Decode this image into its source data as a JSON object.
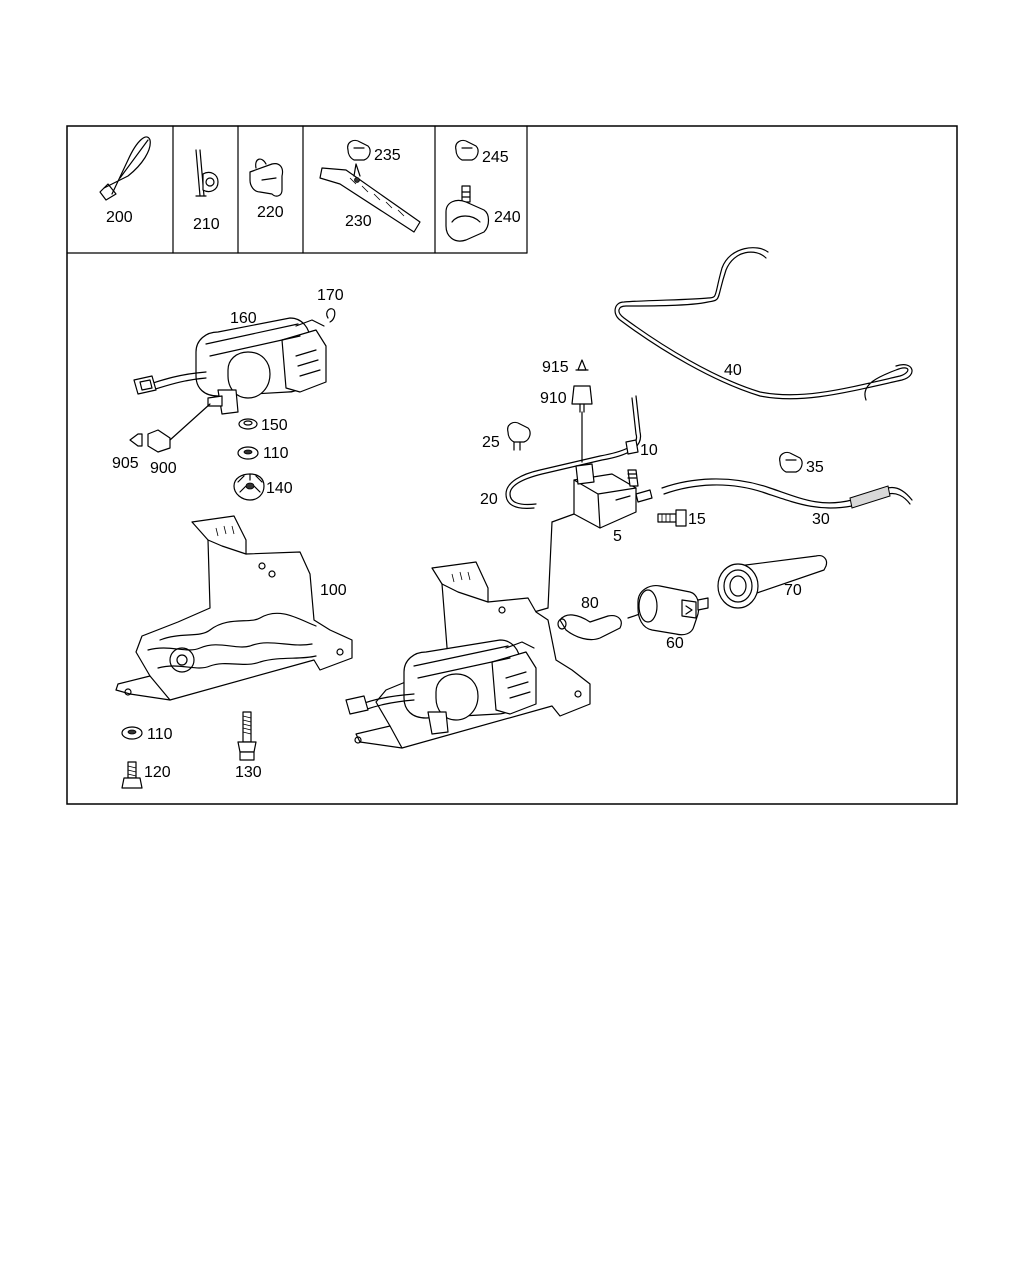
{
  "labels": {
    "p200": "200",
    "p210": "210",
    "p220": "220",
    "p230": "230",
    "p235": "235",
    "p240": "240",
    "p245": "245",
    "p170": "170",
    "p160": "160",
    "p150": "150",
    "p110a": "110",
    "p140": "140",
    "p905": "905",
    "p900": "900",
    "p100": "100",
    "p110b": "110",
    "p120": "120",
    "p130": "130",
    "p915": "915",
    "p910": "910",
    "p40": "40",
    "p25": "25",
    "p10": "10",
    "p20": "20",
    "p35": "35",
    "p15": "15",
    "p5": "5",
    "p30": "30",
    "p80": "80",
    "p70": "70",
    "p60": "60"
  },
  "colors": {
    "line": "#000000",
    "background": "#ffffff",
    "shade": "#d9d9d9"
  }
}
